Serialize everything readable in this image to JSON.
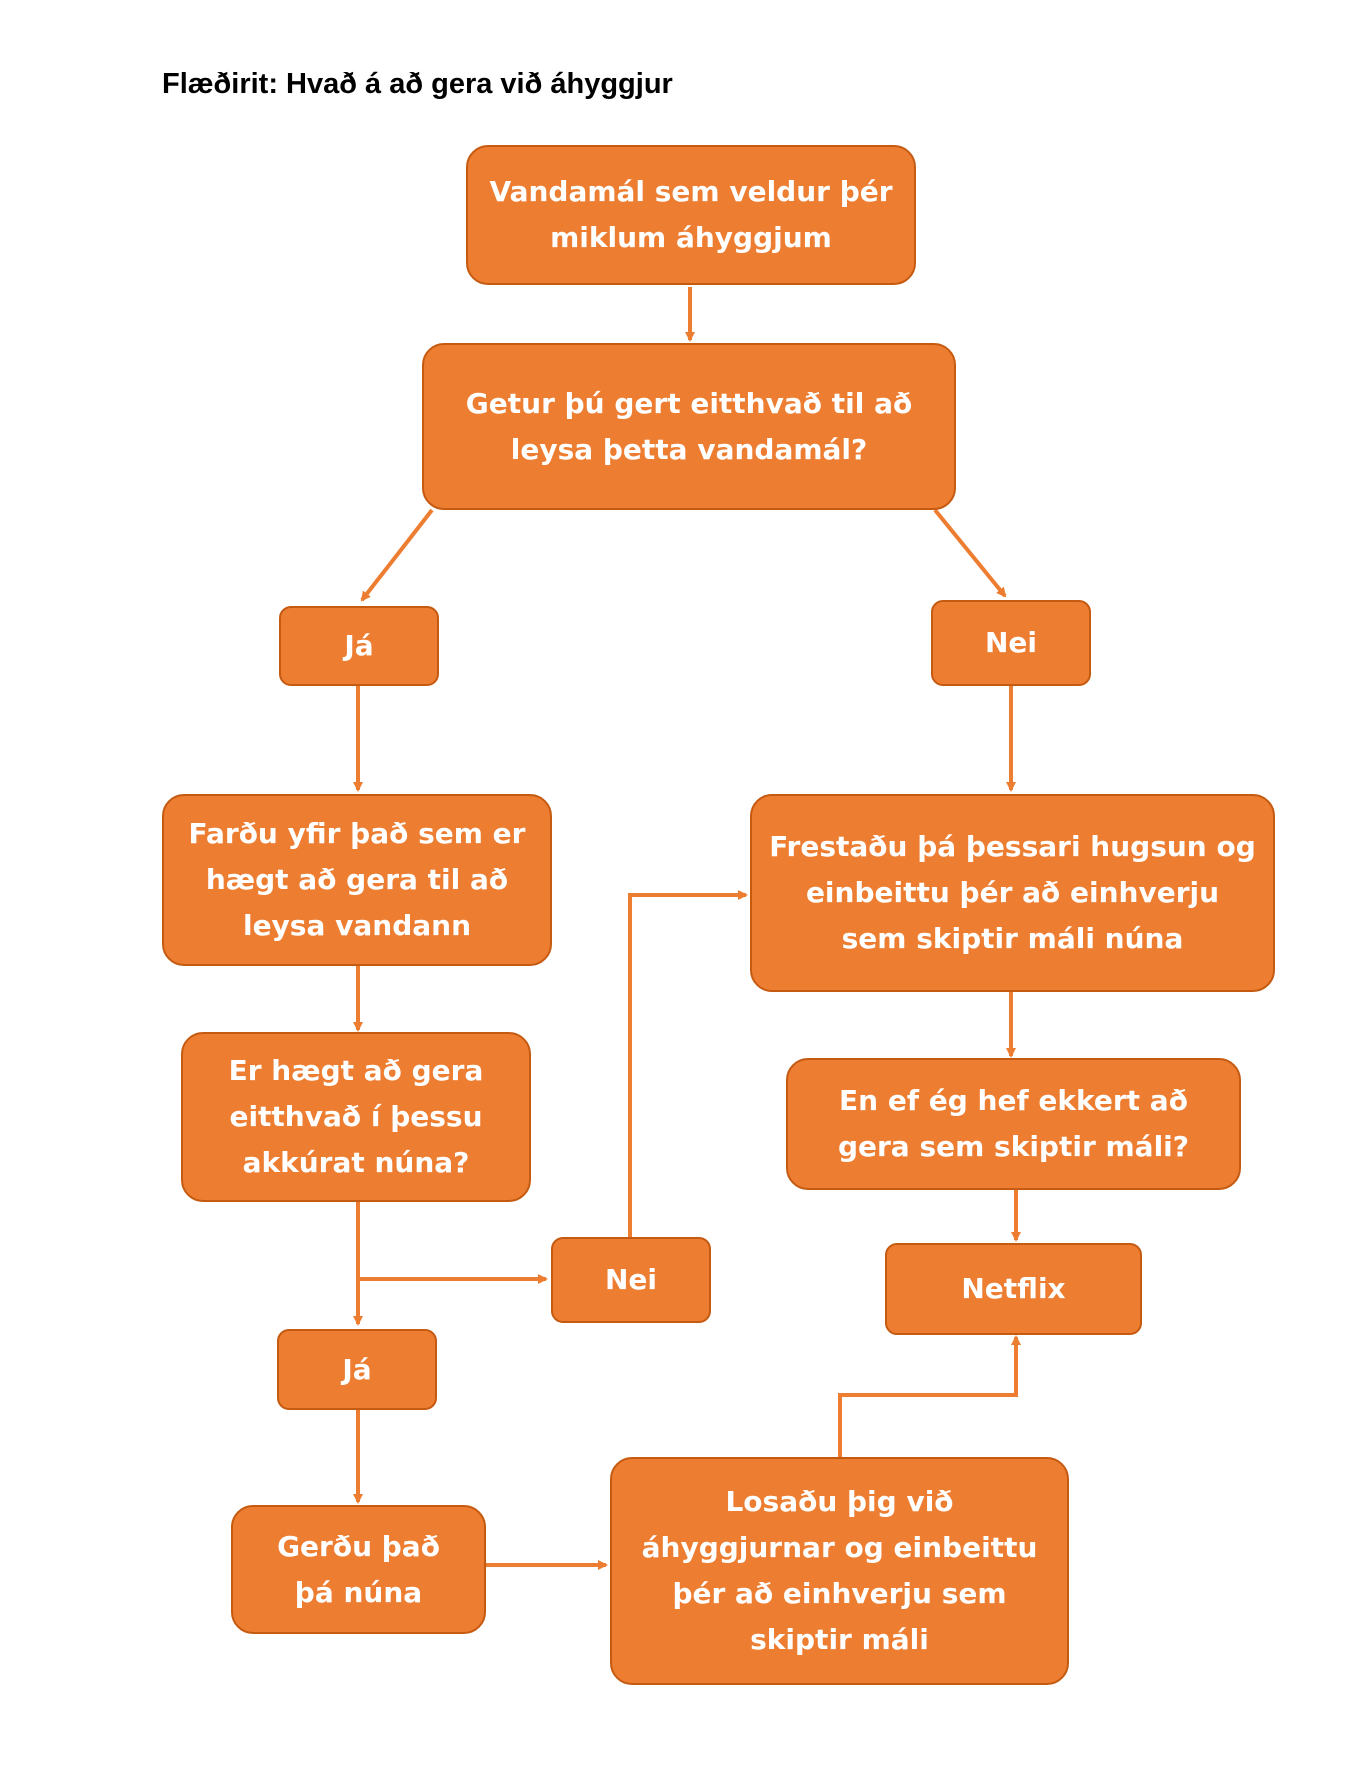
{
  "title": "Flæðirit: Hvað á að gera við áhyggjur",
  "colors": {
    "box_fill": "#ED7D31",
    "box_border": "#C55A11",
    "arrow": "#ED7D31",
    "text": "#FFFFFF"
  },
  "nodes": {
    "start": "Vandamál  sem veldur þér\nmiklum  áhyggjum",
    "question_solve": "Getur þú gert eitthvað til að\nleysa þetta vandamál?",
    "yes_1": "Já",
    "no_1": "Nei",
    "review": "Farðu yfir það sem er\nhægt að gera til að\nleysa vandann",
    "postpone": "Frestaðu þá þessari hugsun og\neinbeittu þér að einhverju\nsem skiptir máli núna",
    "question_now": "Er hægt að gera\neitthvað  í þessu\nakkúrat  núna?",
    "nothing_question": "En ef ég hef ekkert að\ngera sem skiptir máli?",
    "no_2": "Nei",
    "netflix": "Netflix",
    "yes_2": "Já",
    "do_it": "Gerðu það\nþá núna",
    "let_go": "Losaðu þig við\náhyggjurnar  og einbeittu\nþér að einhverju sem\nskiptir  máli"
  }
}
